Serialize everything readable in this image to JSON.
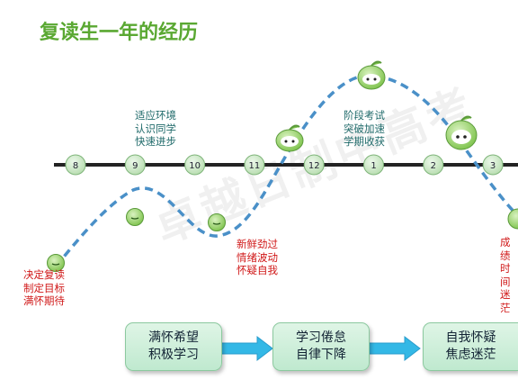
{
  "title": "复读生一年的经历",
  "months": [
    "8",
    "9",
    "10",
    "11",
    "12",
    "1",
    "2",
    "3"
  ],
  "notes": {
    "start": "决定复读\n制定目标\n满怀期待",
    "adapt": "适应环境\n认识同学\n快速进步",
    "fresh": "新鲜劲过\n情绪波动\n怀疑自我",
    "exam": "阶段考试\n突破加速\n学期收获",
    "edge": "成绩\n时间\n迷茫"
  },
  "stages": [
    "满怀希望\n积极学习",
    "学习倦怠\n自律下降",
    "自我怀疑\n焦虑迷茫"
  ],
  "watermark": "卓越日制中高考",
  "colors": {
    "title": "#5aa832",
    "curve": "#4a90c8",
    "note_green": "#1f6a6a",
    "note_red": "#d01818",
    "arrow": "#33b8e6"
  }
}
